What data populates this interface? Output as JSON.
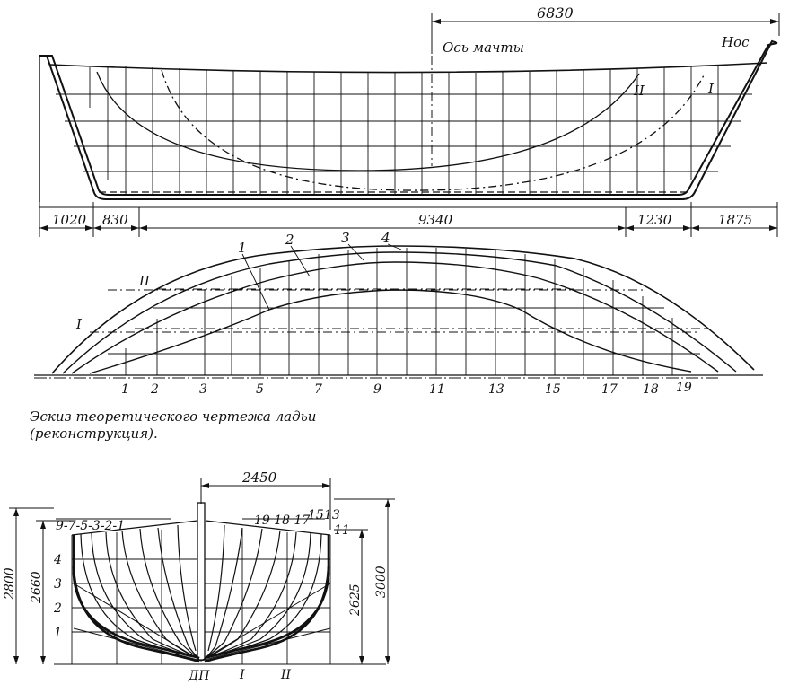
{
  "profile": {
    "dim_bow_to_mast": "6830",
    "mast_axis_label": "Ось мачты",
    "bow_label": "Нос",
    "diagonal_I": "I",
    "diagonal_II": "II",
    "dims_bottom": [
      "1020",
      "830",
      "9340",
      "1230",
      "1875"
    ]
  },
  "half_breadth": {
    "waterline_labels": [
      "1",
      "2",
      "3",
      "4"
    ],
    "diagonal_labels": [
      "II",
      "I"
    ],
    "station_numbers": [
      "1",
      "2",
      "3",
      "5",
      "7",
      "9",
      "11",
      "13",
      "15",
      "17",
      "18",
      "19"
    ]
  },
  "caption": {
    "line1": "Эскиз теоретического чертежа ладьи",
    "line2": "(реконструкция)."
  },
  "body_plan": {
    "dim_half_breadth": "2450",
    "dim_left_outer": "2800",
    "dim_left_inner": "2660",
    "dim_right_inner": "2625",
    "dim_right_outer": "3000",
    "left_stations": "9-7-5-3-2-1",
    "right_stations": "19 18 17",
    "right_stations_top": "15",
    "right_stations_13": "13",
    "right_station_11": "11",
    "waterlines": [
      "4",
      "3",
      "2",
      "1"
    ],
    "centerline_label": "ДП",
    "diag_I": "I",
    "diag_II": "II"
  }
}
